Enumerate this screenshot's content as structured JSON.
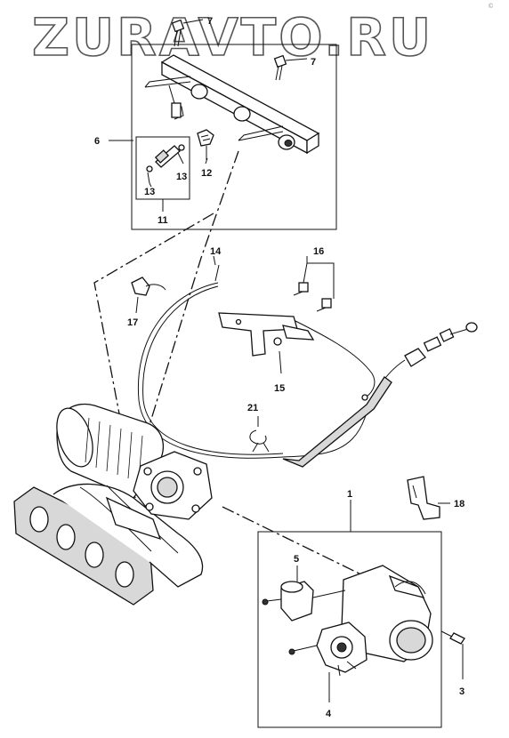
{
  "watermark": "ZURAVTO.RU",
  "corner_mark": "©",
  "labels": {
    "p1": "1",
    "p3": "3",
    "p4": "4",
    "p5": "5",
    "p6": "6",
    "p7a": "7",
    "p7b": "7",
    "p11": "11",
    "p12": "12",
    "p13a": "13",
    "p13b": "13",
    "p14": "14",
    "p15": "15",
    "p16": "16",
    "p17": "17",
    "p18": "18",
    "p21": "21"
  }
}
